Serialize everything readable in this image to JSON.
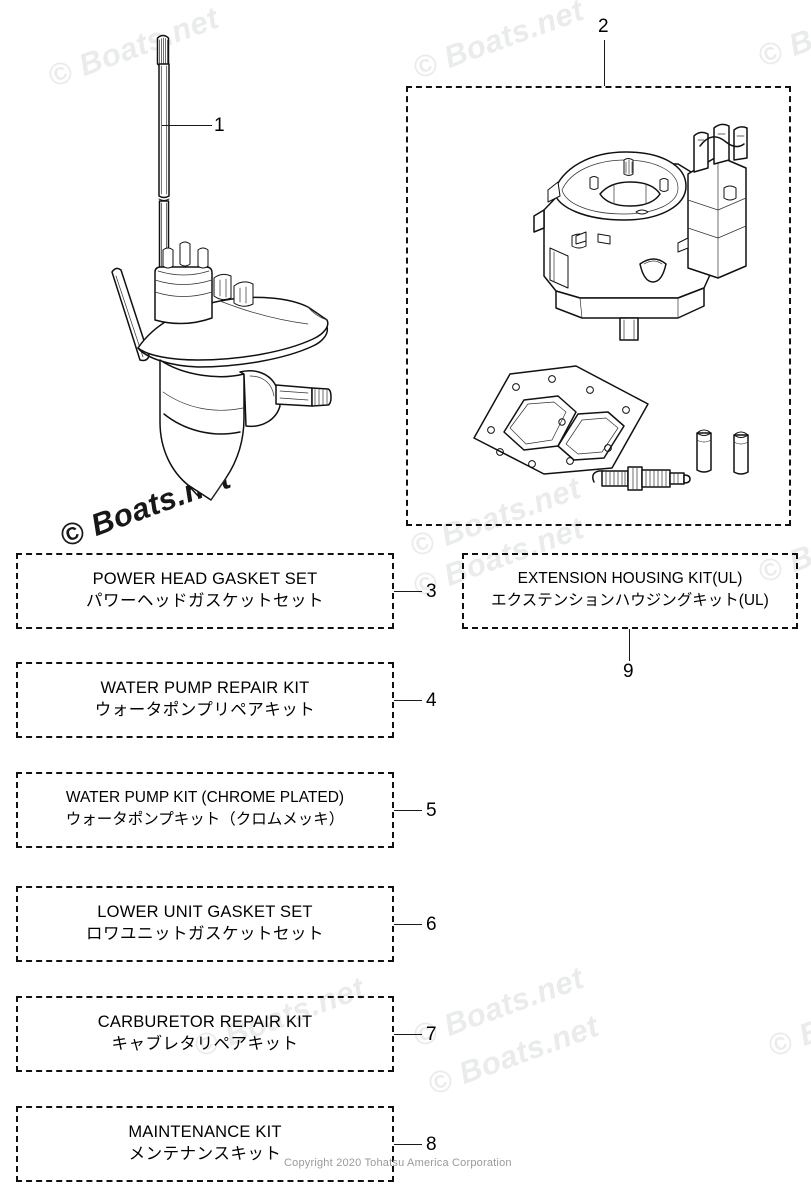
{
  "document": {
    "copyright": "Copyright 2020 Tohatsu America Corporation",
    "watermark_text": "Boats.net",
    "watermark_mark": "©"
  },
  "callouts": [
    {
      "id": "1",
      "label": "1"
    },
    {
      "id": "2",
      "label": "2"
    },
    {
      "id": "3",
      "label": "3"
    },
    {
      "id": "4",
      "label": "4"
    },
    {
      "id": "5",
      "label": "5"
    },
    {
      "id": "6",
      "label": "6"
    },
    {
      "id": "7",
      "label": "7"
    },
    {
      "id": "8",
      "label": "8"
    },
    {
      "id": "9",
      "label": "9"
    }
  ],
  "kits": [
    {
      "ref": "3",
      "name_en": "POWER HEAD GASKET SET",
      "name_jp": "パワーヘッドガスケットセット"
    },
    {
      "ref": "4",
      "name_en": "WATER PUMP REPAIR KIT",
      "name_jp": "ウォータポンプリペアキット"
    },
    {
      "ref": "5",
      "name_en": "WATER PUMP KIT (CHROME PLATED)",
      "name_jp": "ウォータポンプキット（クロムメッキ）"
    },
    {
      "ref": "6",
      "name_en": "LOWER UNIT GASKET SET",
      "name_jp": "ロワユニットガスケットセット"
    },
    {
      "ref": "7",
      "name_en": "CARBURETOR REPAIR KIT",
      "name_jp": "キャブレタリペアキット"
    },
    {
      "ref": "8",
      "name_en": "MAINTENANCE KIT",
      "name_jp": "メンテナンスキット"
    },
    {
      "ref": "9",
      "name_en": "EXTENSION HOUSING KIT(UL)",
      "name_jp": "エクステンションハウジングキット(UL)"
    }
  ],
  "drawings": [
    {
      "ref": "1",
      "name": "drive-shaft",
      "description": "Drive shaft with splined upper end"
    },
    {
      "ref": "1",
      "name": "lower-unit-assembly",
      "description": "Lower unit / gearcase assembly with propeller shaft"
    },
    {
      "ref": "2",
      "name": "power-head-assembly",
      "description": "Power head / cylinder block assembly"
    },
    {
      "ref": "2",
      "name": "cylinder-head-gasket",
      "description": "Cylinder head gasket"
    },
    {
      "ref": "2",
      "name": "spark-plug",
      "description": "Spark plug"
    },
    {
      "ref": "2",
      "name": "dowel-pin-left",
      "description": "Dowel pin"
    },
    {
      "ref": "2",
      "name": "dowel-pin-right",
      "description": "Dowel pin"
    }
  ],
  "colors": {
    "line": "#111111",
    "watermark": "#e9ecea",
    "copyright": "#9a9a9a",
    "background": "#ffffff"
  }
}
